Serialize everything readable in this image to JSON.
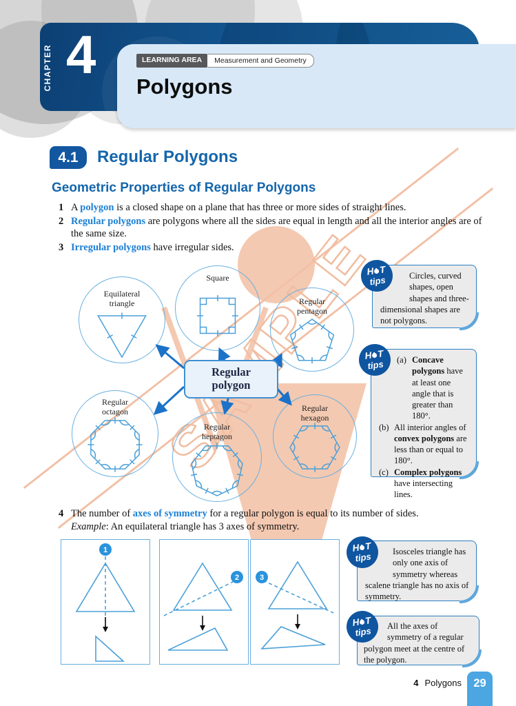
{
  "header": {
    "chapter_label": "CHAPTER",
    "chapter_number": "4",
    "learning_area_label": "LEARNING AREA",
    "learning_area_value": "Measurement and Geometry",
    "title": "Polygons"
  },
  "section": {
    "number": "4.1",
    "title": "Regular Polygons",
    "heading": "Geometric Properties of Regular Polygons"
  },
  "points": [
    {
      "num": "1",
      "pre": "A ",
      "term": "polygon",
      "post": " is a closed shape on a plane that has three or more sides of straight lines."
    },
    {
      "num": "2",
      "pre": "",
      "term": "Regular polygons",
      "post": " are polygons where all the sides are equal in length and all the interior angles are of the same size."
    },
    {
      "num": "3",
      "pre": "",
      "term": "Irregular polygons",
      "post": " have irregular sides."
    }
  ],
  "point4": {
    "num": "4",
    "pre": "The number of ",
    "term": "axes of symmetry",
    "post": " for a regular polygon is equal to its number of sides.",
    "example_label": "Example",
    "example_rest": ": An equilateral triangle has 3 axes of symmetry."
  },
  "diagram": {
    "center_line1": "Regular",
    "center_line2": "polygon",
    "labels": {
      "triangle": "Equilateral triangle",
      "square": "Square",
      "pentagon": "Regular pentagon",
      "octagon": "Regular octagon",
      "heptagon": "Regular heptagon",
      "hexagon": "Regular hexagon"
    }
  },
  "hot_badge": {
    "h": "H",
    "t": "T",
    "tips": "tips"
  },
  "tips": {
    "tip1": "Circles, curved shapes, open shapes and three-dimensional shapes are not polygons.",
    "tip2": [
      {
        "label": "(a)",
        "pre": "",
        "bold": "Concave polygons",
        "post": " have at least one angle that is greater than 180°."
      },
      {
        "label": "(b)",
        "pre": "All interior angles of ",
        "bold": "convex polygons",
        "post": " are less than or equal to 180°."
      },
      {
        "label": "(c)",
        "pre": "",
        "bold": "Complex polygons",
        "post": " have intersecting lines."
      }
    ],
    "tip3": "Isosceles triangle has only one axis of symmetry whereas scalene triangle has no axis of symmetry.",
    "tip4": "All the axes of symmetry of a regular polygon meet at the centre of the polygon."
  },
  "symmetry_steps": [
    "1",
    "2",
    "3"
  ],
  "watermark": {
    "text": "SAMPLE"
  },
  "footer": {
    "chapter_number": "4",
    "chapter_title": "Polygons",
    "page_number": "29"
  }
}
